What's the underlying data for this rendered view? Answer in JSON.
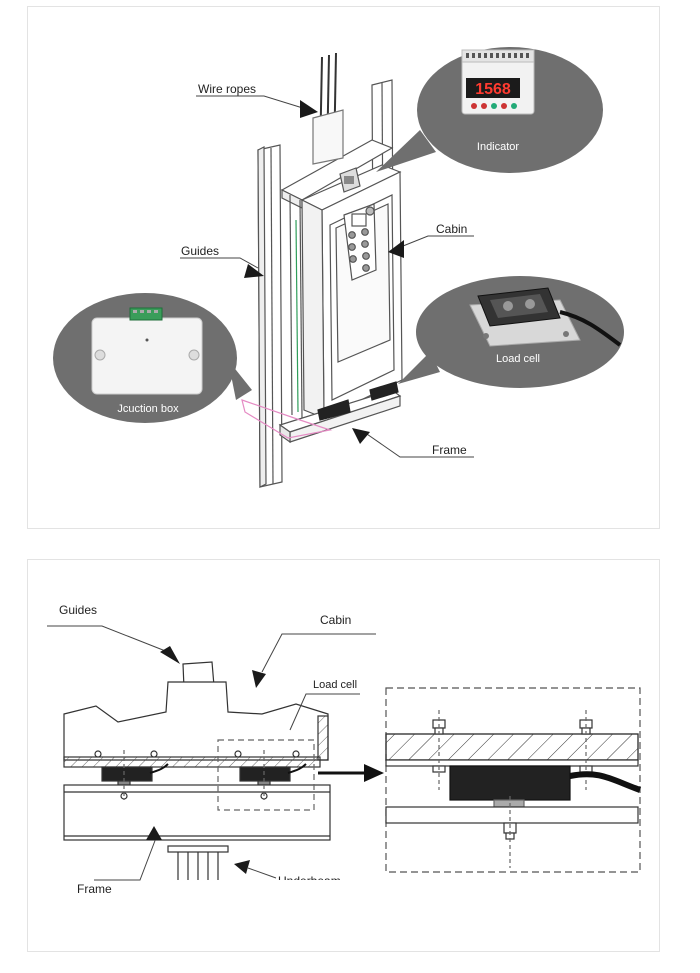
{
  "top_diagram": {
    "labels": {
      "wire_ropes": "Wire ropes",
      "guides": "Guides",
      "cabin": "Cabin",
      "frame": "Frame",
      "indicator": "Indicator",
      "load_cell": "Load cell",
      "junction_box": "Jcuction box"
    },
    "indicator_display": "1568"
  },
  "bottom_diagram": {
    "labels": {
      "guides": "Guides",
      "cabin": "Cabin",
      "load_cell": "Load cell",
      "frame": "Frame",
      "underbeam": "Underbeam"
    }
  },
  "colors": {
    "bubble": "#6f6f6f",
    "display_red": "#ff3b30",
    "junction_pink": "#e58bc4",
    "guide_green": "#2f9e5a"
  }
}
